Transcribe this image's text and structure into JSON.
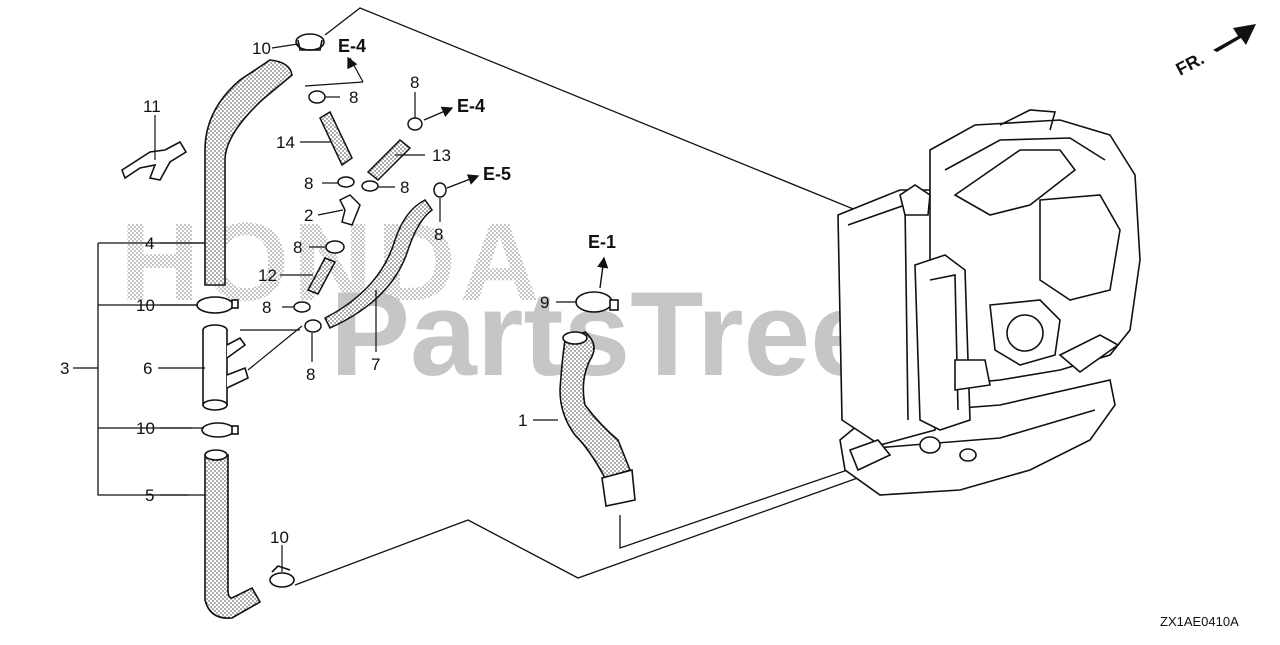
{
  "watermark": {
    "brand": "HONDA",
    "site": "PartsTree"
  },
  "direction": {
    "label": "FR."
  },
  "diagram_code": "ZX1AE0410A",
  "colors": {
    "line": "#111111",
    "watermark": "#bdbdbd",
    "hose_fill": "#ffffff"
  },
  "callouts": [
    {
      "id": "c10a",
      "label": "10"
    },
    {
      "id": "c11",
      "label": "11"
    },
    {
      "id": "c4",
      "label": "4"
    },
    {
      "id": "c10b",
      "label": "10"
    },
    {
      "id": "c3",
      "label": "3"
    },
    {
      "id": "c6",
      "label": "6"
    },
    {
      "id": "c10c",
      "label": "10"
    },
    {
      "id": "c5",
      "label": "5"
    },
    {
      "id": "c10d",
      "label": "10"
    },
    {
      "id": "c8a",
      "label": "8"
    },
    {
      "id": "c8b",
      "label": "8"
    },
    {
      "id": "c14",
      "label": "14"
    },
    {
      "id": "c13",
      "label": "13"
    },
    {
      "id": "c8c",
      "label": "8"
    },
    {
      "id": "c8d",
      "label": "8"
    },
    {
      "id": "c2",
      "label": "2"
    },
    {
      "id": "c8e",
      "label": "8"
    },
    {
      "id": "c12",
      "label": "12"
    },
    {
      "id": "c8f",
      "label": "8"
    },
    {
      "id": "c8g",
      "label": "8"
    },
    {
      "id": "c8h",
      "label": "8"
    },
    {
      "id": "c7",
      "label": "7"
    },
    {
      "id": "c9",
      "label": "9"
    },
    {
      "id": "c1",
      "label": "1"
    }
  ],
  "references": [
    {
      "id": "r1",
      "label": "E-4"
    },
    {
      "id": "r2",
      "label": "E-4"
    },
    {
      "id": "r3",
      "label": "E-5"
    },
    {
      "id": "r4",
      "label": "E-1"
    }
  ],
  "icons": [
    "direction-arrow-icon",
    "outboard-engine-illustration",
    "hose-clamp-icon",
    "y-joint-icon"
  ]
}
